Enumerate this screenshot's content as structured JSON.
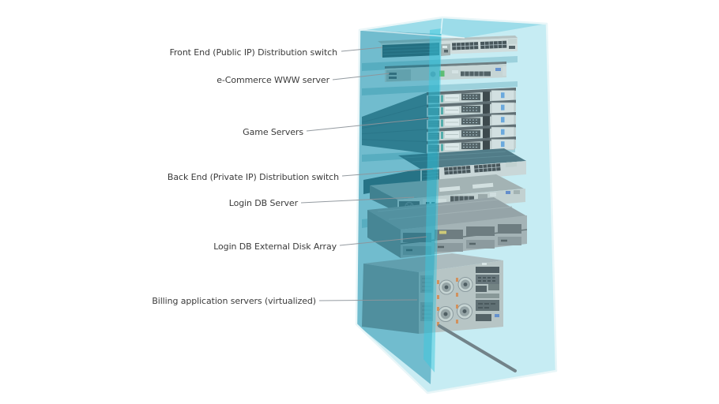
{
  "figure": {
    "type": "rack-diagram",
    "description": "Translucent rack cabinet with labeled server equipment",
    "labels": [
      {
        "id": "front-end-switch",
        "text": "Front End (Public IP) Distribution switch"
      },
      {
        "id": "ecommerce-server",
        "text": "e-Commerce WWW server"
      },
      {
        "id": "game-servers",
        "text": "Game Servers"
      },
      {
        "id": "backend-switch",
        "text": "Back End (Private IP) Distribution switch"
      },
      {
        "id": "login-db-server",
        "text": "Login DB Server"
      },
      {
        "id": "login-db-disk-array",
        "text": "Login DB External Disk Array"
      },
      {
        "id": "billing-servers",
        "text": "Billing application servers (virtualized)"
      }
    ],
    "colors": {
      "glass_light": "#c9ecf3",
      "glass_front": "#2896af",
      "glass_accent": "#3cc8de",
      "equipment_gray": "#c9cecc",
      "switch_top_teal": "#2d5765",
      "ports_dark": "#20262a",
      "orange_accent": "#d8732b",
      "cable": "#596066",
      "label_text": "#3b3b3b",
      "connector_line": "#8e959b"
    }
  }
}
